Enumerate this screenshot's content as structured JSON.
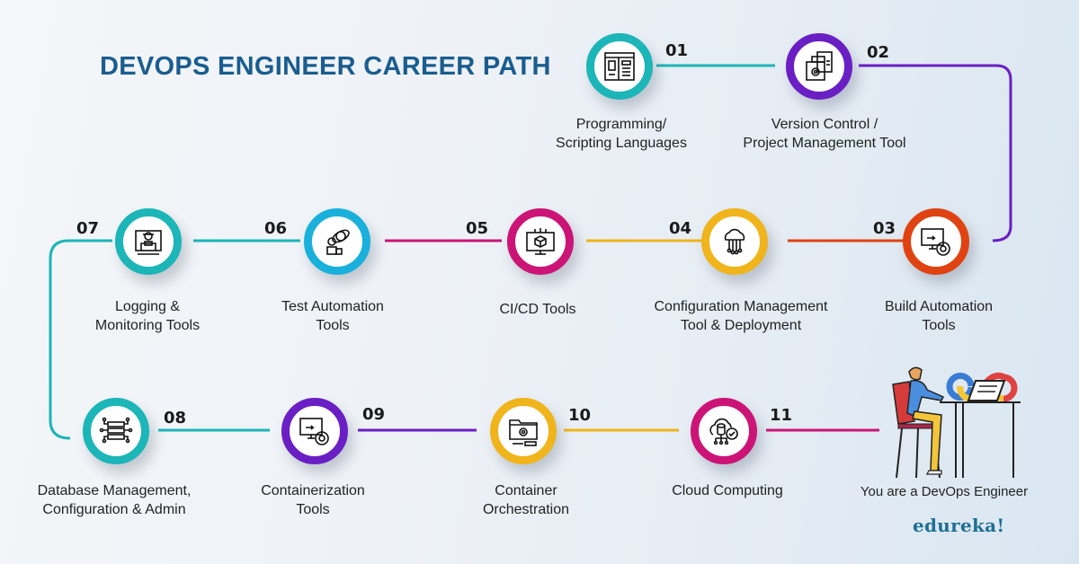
{
  "title": "DEVOPS ENGINEER CAREER PATH",
  "colors": {
    "title": "#1a5d8f",
    "teal": "#1cb5b8",
    "purple": "#6a1fc4",
    "orange_red": "#e04312",
    "yellow": "#f0b41c",
    "magenta": "#cc1477",
    "cyan": "#1ab0dc",
    "brand": "#1f6f94"
  },
  "steps": [
    {
      "num": "01",
      "label_line1": "Programming/",
      "label_line2": "Scripting Languages",
      "icon": "code-window-icon",
      "color": "#1cb5b8"
    },
    {
      "num": "02",
      "label_line1": "Version Control /",
      "label_line2": "Project Management Tool",
      "icon": "documents-gear-icon",
      "color": "#6a1fc4"
    },
    {
      "num": "03",
      "label_line1": "Build Automation",
      "label_line2": "Tools",
      "icon": "monitor-gear-icon",
      "color": "#e04312"
    },
    {
      "num": "04",
      "label_line1": "Configuration Management",
      "label_line2": "Tool & Deployment",
      "icon": "cloud-gear-circuit-icon",
      "color": "#f0b41c"
    },
    {
      "num": "05",
      "label_line1": "CI/CD Tools",
      "label_line2": "",
      "icon": "monitor-cube-icon",
      "color": "#cc1477"
    },
    {
      "num": "06",
      "label_line1": "Test Automation",
      "label_line2": "Tools",
      "icon": "tester-orbit-icon",
      "color": "#1ab0dc"
    },
    {
      "num": "07",
      "label_line1": "Logging &",
      "label_line2": "Monitoring Tools",
      "icon": "operator-monitor-icon",
      "color": "#1cb5b8"
    },
    {
      "num": "08",
      "label_line1": "Database Management,",
      "label_line2": "Configuration & Admin",
      "icon": "server-rack-icon",
      "color": "#1cb5b8"
    },
    {
      "num": "09",
      "label_line1": "Containerization",
      "label_line2": "Tools",
      "icon": "monitor-gear-icon",
      "color": "#6a1fc4"
    },
    {
      "num": "10",
      "label_line1": "Container",
      "label_line2": "Orchestration",
      "icon": "folder-gear-tools-icon",
      "color": "#f0b41c"
    },
    {
      "num": "11",
      "label_line1": "Cloud Computing",
      "label_line2": "",
      "icon": "cloud-database-check-icon",
      "color": "#cc1477"
    }
  ],
  "final": {
    "label": "You are a DevOps Engineer",
    "illustration": "developer-at-desk-infinity-illustration"
  },
  "brand": "edureka!"
}
